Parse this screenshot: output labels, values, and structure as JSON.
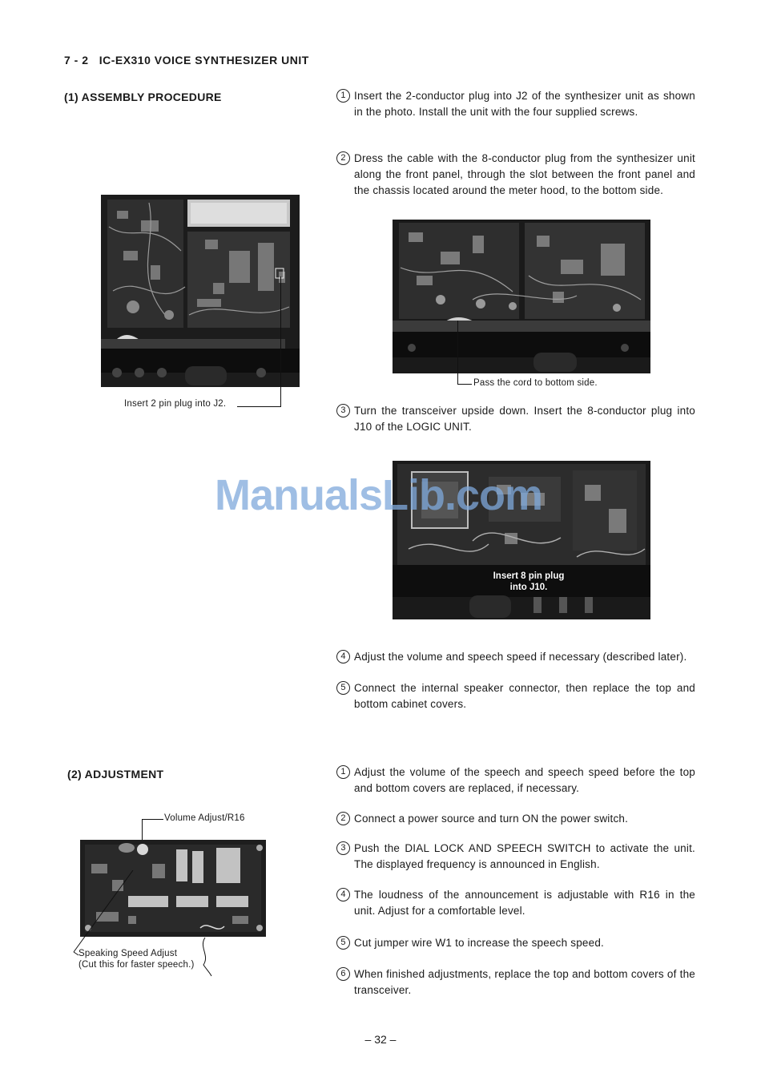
{
  "section": {
    "number": "7 - 2",
    "title": "IC-EX310 VOICE SYNTHESIZER UNIT"
  },
  "assembly": {
    "heading": "(1)  ASSEMBLY PROCEDURE",
    "steps": [
      {
        "n": "1",
        "text": "Insert the 2-conductor plug into J2 of the synthesizer unit as shown in the photo.  Install the unit with the four supplied screws."
      },
      {
        "n": "2",
        "text": "Dress the cable with the 8-conductor plug from the synthesizer unit along the front panel, through the slot between the front panel and the chassis located around the meter hood, to the bottom side."
      },
      {
        "n": "3",
        "text": "Turn the transceiver upside down.  Insert the 8-conductor plug into J10 of the LOGIC UNIT."
      },
      {
        "n": "4",
        "text": "Adjust the volume and speech speed if necessary (described later)."
      },
      {
        "n": "5",
        "text": "Connect the internal speaker connector, then replace the top and bottom cabinet covers."
      }
    ],
    "captions": {
      "j2": "Insert 2 pin plug into J2.",
      "cord": "Pass the cord to bottom side.",
      "j10_line1": "Insert 8 pin plug",
      "j10_line2": "into J10."
    }
  },
  "adjustment": {
    "heading": "(2)  ADJUSTMENT",
    "steps": [
      {
        "n": "1",
        "text": "Adjust the volume of the speech and speech speed before the top and bottom covers are replaced, if necessary."
      },
      {
        "n": "2",
        "text": "Connect a power source and turn ON the power switch."
      },
      {
        "n": "3",
        "text": "Push the DIAL LOCK AND SPEECH SWITCH to activate the unit.  The displayed frequency is announced in English."
      },
      {
        "n": "4",
        "text": "The loudness of the announcement is adjustable with R16 in the unit.  Adjust for a comfortable level."
      },
      {
        "n": "5",
        "text": "Cut jumper wire W1 to increase the speech speed."
      },
      {
        "n": "6",
        "text": "When finished adjustments, replace the top and bottom covers of the transceiver."
      }
    ],
    "captions": {
      "volume": "Volume Adjust/R16",
      "speed_line1": "Speaking Speed Adjust",
      "speed_line2": "(Cut this for faster speech.)"
    }
  },
  "watermark": "ManualsLib.com",
  "page_number": "– 32 –",
  "colors": {
    "ink": "#1a1a1a",
    "photo_dark": "#161616",
    "watermark": "#7fa9dc"
  }
}
